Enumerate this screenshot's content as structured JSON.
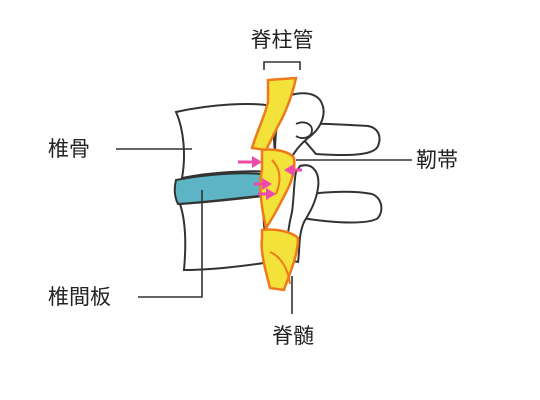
{
  "labels": {
    "spinal_canal": "脊柱管",
    "vertebra": "椎骨",
    "ligament": "靭帯",
    "disc": "椎間板",
    "spinal_cord": "脊髄"
  },
  "colors": {
    "outline": "#333333",
    "bone": "#ffffff",
    "disc": "#5db4c4",
    "cord_fill": "#f2e23a",
    "cord_stroke": "#ee7a1c",
    "arrow": "#ee4aa8"
  }
}
